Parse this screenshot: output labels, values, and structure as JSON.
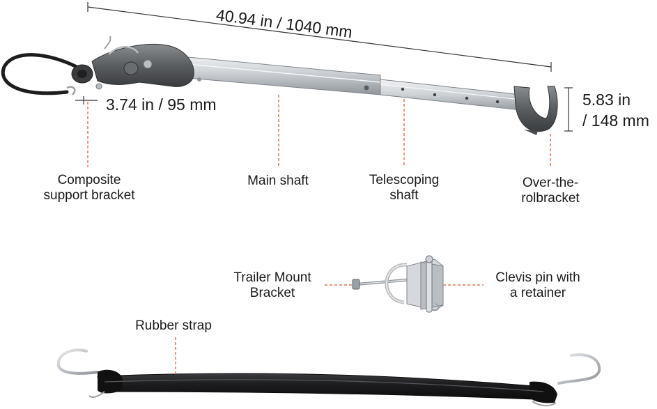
{
  "dimensions": {
    "length": "40.94 in / 1040 mm",
    "bracket_width": "3.74 in / 95 mm",
    "height_line1": "5.83 in",
    "height_line2": "/ 148 mm"
  },
  "labels": {
    "composite_line1": "Composite",
    "composite_line2": "support bracket",
    "main_shaft": "Main shaft",
    "telescoping_line1": "Telescoping",
    "telescoping_line2": "shaft",
    "over_line1": "Over-the-",
    "over_line2": "rolbracket",
    "trailer_line1": "Trailer Mount",
    "trailer_line2": "Bracket",
    "clevis_line1": "Clevis pin with",
    "clevis_line2": "a retainer",
    "rubber_strap": "Rubber strap"
  },
  "colors": {
    "leader": "#e8704f",
    "dimension_line": "#333333",
    "metal": "#c9cdd1",
    "metal_dark": "#8f959b",
    "composite": "#5b5e61",
    "strap": "#1d1d1f"
  }
}
